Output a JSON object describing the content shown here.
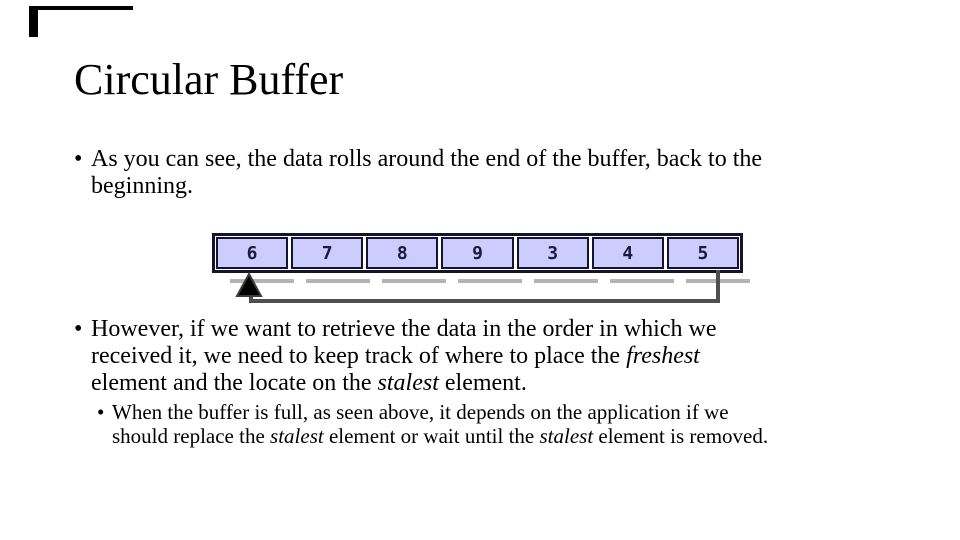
{
  "slide": {
    "title": "Circular Buffer",
    "bullet_char": "•"
  },
  "bullet1": {
    "line1": "As you can see, the data rolls around the end of the buffer, back to the",
    "line2": "beginning."
  },
  "bullet2": {
    "line1": "However, if we want to retrieve the data in the order in which we",
    "line2_pre": "received it, we need to keep track of where to place the ",
    "line2_italic": "freshest",
    "line3_pre": "element and the locate on the ",
    "line3_italic": "stalest",
    "line3_post": " element."
  },
  "sub_bullet": {
    "line1": "When the buffer is full, as seen above, it depends on the application if we",
    "line2_pre": "should replace the ",
    "line2_italic1": "stalest",
    "line2_mid": " element or wait until the ",
    "line2_italic2": "stalest",
    "line2_post": " element is removed."
  },
  "diagram": {
    "cells": [
      "6",
      "7",
      "8",
      "9",
      "3",
      "4",
      "5"
    ],
    "colors": {
      "cell_fill": "#ccccff",
      "border": "#14142e",
      "digit": "#1a1a3c",
      "arrow": "#4f4f4f",
      "arrowhead": "#000000",
      "shadow": "#b3b3b3"
    }
  }
}
